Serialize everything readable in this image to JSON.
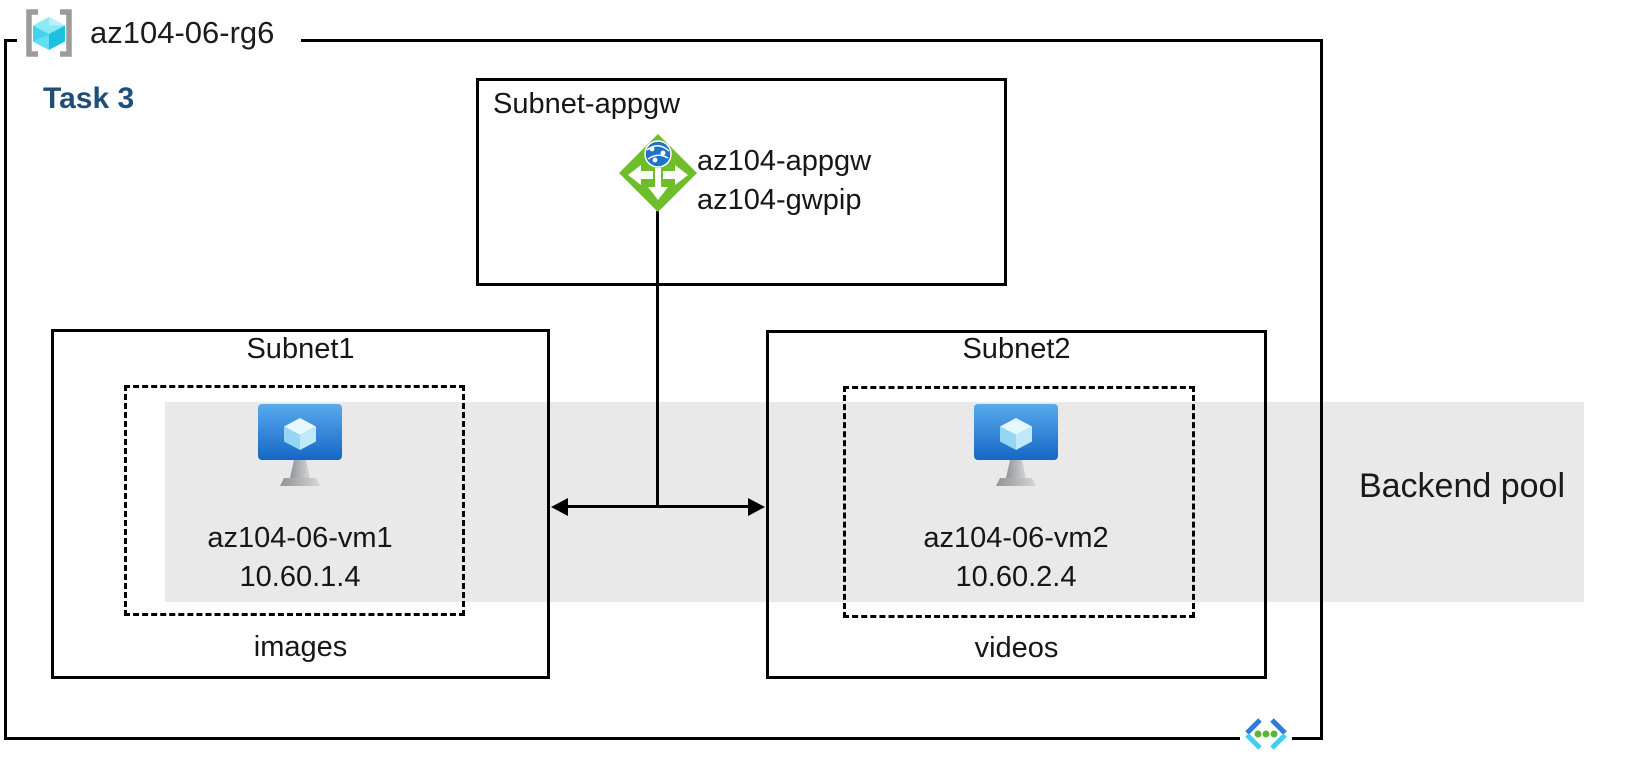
{
  "resource_group": {
    "label": "az104-06-rg6"
  },
  "task": {
    "label": "Task 3"
  },
  "subnet_appgw": {
    "title": "Subnet-appgw",
    "gateway_name": "az104-appgw",
    "public_ip_name": "az104-gwpip"
  },
  "subnet1": {
    "title": "Subnet1",
    "vm_name": "az104-06-vm1",
    "vm_ip": "10.60.1.4",
    "storage_label": "images"
  },
  "subnet2": {
    "title": "Subnet2",
    "vm_name": "az104-06-vm2",
    "vm_ip": "10.60.2.4",
    "storage_label": "videos"
  },
  "backend_pool": {
    "label": "Backend pool"
  },
  "icons": {
    "resource_group": "resource-group-icon",
    "application_gateway": "application-gateway-icon",
    "virtual_machine": "virtual-machine-icon",
    "virtual_network": "virtual-network-icon"
  },
  "colors": {
    "task_text": "#1F4E79",
    "backend_pool_band": "#E9E9E9",
    "gateway_green": "#6EBE2C",
    "globe_blue": "#1F72C8",
    "vm_screen_top": "#58AAEE",
    "vm_screen_bottom": "#1667C5",
    "cube_cyan": "#3ED4EC",
    "bracket_gray": "#9B9B9B",
    "vnet_blue": "#2E7CD6",
    "vnet_cyan": "#48CBF2",
    "vnet_dot_green": "#5CB432",
    "border": "#000000"
  }
}
